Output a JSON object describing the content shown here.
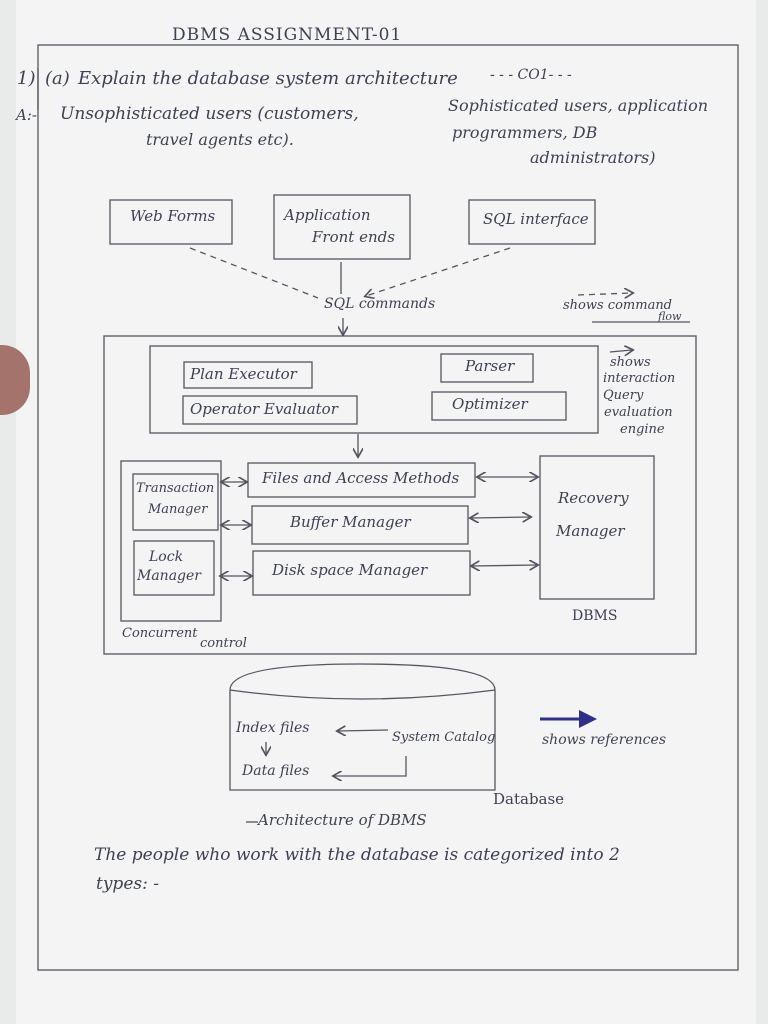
{
  "header": {
    "title": "DBMS ASSIGNMENT-01"
  },
  "question": {
    "number": "1)",
    "part": "(a)",
    "text": "Explain the database system architecture",
    "tag": "- - - CO1- - -"
  },
  "answer": {
    "marker": "A:-",
    "unsophisticated_1": "Unsophisticated users (customers,",
    "unsophisticated_2": "travel agents etc).",
    "sophisticated_1": "Sophisticated users, application",
    "sophisticated_2": "programmers, DB",
    "sophisticated_3": "administrators)"
  },
  "diagram": {
    "web_forms": "Web Forms",
    "app_front_1": "Application",
    "app_front_2": "Front ends",
    "sql_interface": "SQL interface",
    "sql_commands": "SQL commands",
    "legend_command_1": "shows command",
    "legend_command_2": "flow",
    "plan_executor": "Plan Executor",
    "operator_evaluator": "Operator Evaluator",
    "parser": "Parser",
    "optimizer": "Optimizer",
    "legend_interaction": [
      "shows",
      "interaction",
      "Query",
      "evaluation",
      "engine"
    ],
    "transaction_manager_1": "Transaction",
    "transaction_manager_2": "Manager",
    "lock_manager_1": "Lock",
    "lock_manager_2": "Manager",
    "files_access": "Files and Access Methods",
    "buffer_manager": "Buffer Manager",
    "disk_space": "Disk space Manager",
    "recovery_1": "Recovery",
    "recovery_2": "Manager",
    "dbms_label": "DBMS",
    "concurrent_1": "Concurrent",
    "concurrent_2": "control",
    "index_files": "Index files",
    "system_catalog": "System Catalog",
    "data_files": "Data files",
    "legend_references": "shows references",
    "database_label": "Database",
    "caption": "Architecture of DBMS"
  },
  "conclusion": {
    "line1": "The people who work with the database is categorized into 2",
    "line2": "types: -"
  },
  "colors": {
    "ink": "#3f3f55",
    "pencil": "#55555f",
    "marker": "#2f2f8a",
    "paper": "#f3f4f3"
  }
}
